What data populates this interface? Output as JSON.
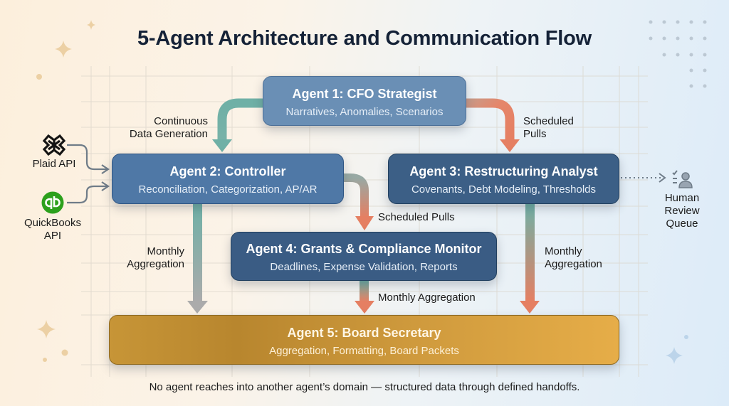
{
  "title": "5-Agent Architecture and Communication Flow",
  "agents": [
    {
      "id": "agent-1",
      "name": "Agent 1: CFO Strategist",
      "description": "Narratives, Anomalies, Scenarios",
      "color": "#6a8fb5"
    },
    {
      "id": "agent-2",
      "name": "Agent 2: Controller",
      "description": "Reconciliation, Categorization, AP/AR",
      "color": "#4f78a6"
    },
    {
      "id": "agent-3",
      "name": "Agent 3: Restructuring Analyst",
      "description": "Covenants, Debt Modeling, Thresholds",
      "color": "#3c5f86"
    },
    {
      "id": "agent-4",
      "name": "Agent 4: Grants & Compliance Monitor",
      "description": "Deadlines, Expense Validation, Reports",
      "color": "#3a5c84"
    },
    {
      "id": "agent-5",
      "name": "Agent 5: Board Secretary",
      "description": "Aggregation, Formatting, Board Packets",
      "color": "#d09c3e"
    }
  ],
  "sources": [
    {
      "name": "Plaid API",
      "icon": "plaid-logo-icon"
    },
    {
      "name": "QuickBooks API",
      "icon": "quickbooks-logo-icon",
      "color": "#2ca01c"
    }
  ],
  "external": {
    "name": "Human Review Queue",
    "icon": "human-review-icon"
  },
  "edges": [
    {
      "from": "agent-1",
      "to": "agent-2",
      "label": "Continuous Data Generation",
      "color": "#6fb0a6"
    },
    {
      "from": "agent-1",
      "to": "agent-3",
      "label": "Scheduled Pulls",
      "color": "#e57f62"
    },
    {
      "from": "agent-2",
      "to": "agent-4",
      "label": "Scheduled Pulls",
      "color": "#e57f62"
    },
    {
      "from": "agent-2",
      "to": "agent-5",
      "label": "Monthly Aggregation",
      "color": "#a8a8a8"
    },
    {
      "from": "agent-4",
      "to": "agent-5",
      "label": "Monthly Aggregation",
      "color": "#e57f62"
    },
    {
      "from": "agent-3",
      "to": "agent-5",
      "label": "Monthly Aggregation",
      "color": "#e57f62"
    },
    {
      "from": "plaid-api",
      "to": "agent-2",
      "label": ""
    },
    {
      "from": "quickbooks-api",
      "to": "agent-2",
      "label": ""
    },
    {
      "from": "agent-3",
      "to": "human-review-queue",
      "label": "",
      "style": "dotted"
    }
  ],
  "labels": {
    "continuous_1": "Continuous",
    "continuous_2": "Data Generation",
    "sched_1": "Scheduled",
    "sched_2": "Pulls",
    "sched_mid": "Scheduled Pulls",
    "monthly_left_1": "Monthly",
    "monthly_left_2": "Aggregation",
    "monthly_right_1": "Monthly",
    "monthly_right_2": "Aggregation",
    "monthly_mid": "Monthly Aggregation",
    "plaid": "Plaid API",
    "qb_1": "QuickBooks",
    "qb_2": "API",
    "hr_1": "Human",
    "hr_2": "Review",
    "hr_3": "Queue"
  },
  "footer": "No agent reaches into another agent’s domain — structured data through defined handoffs."
}
